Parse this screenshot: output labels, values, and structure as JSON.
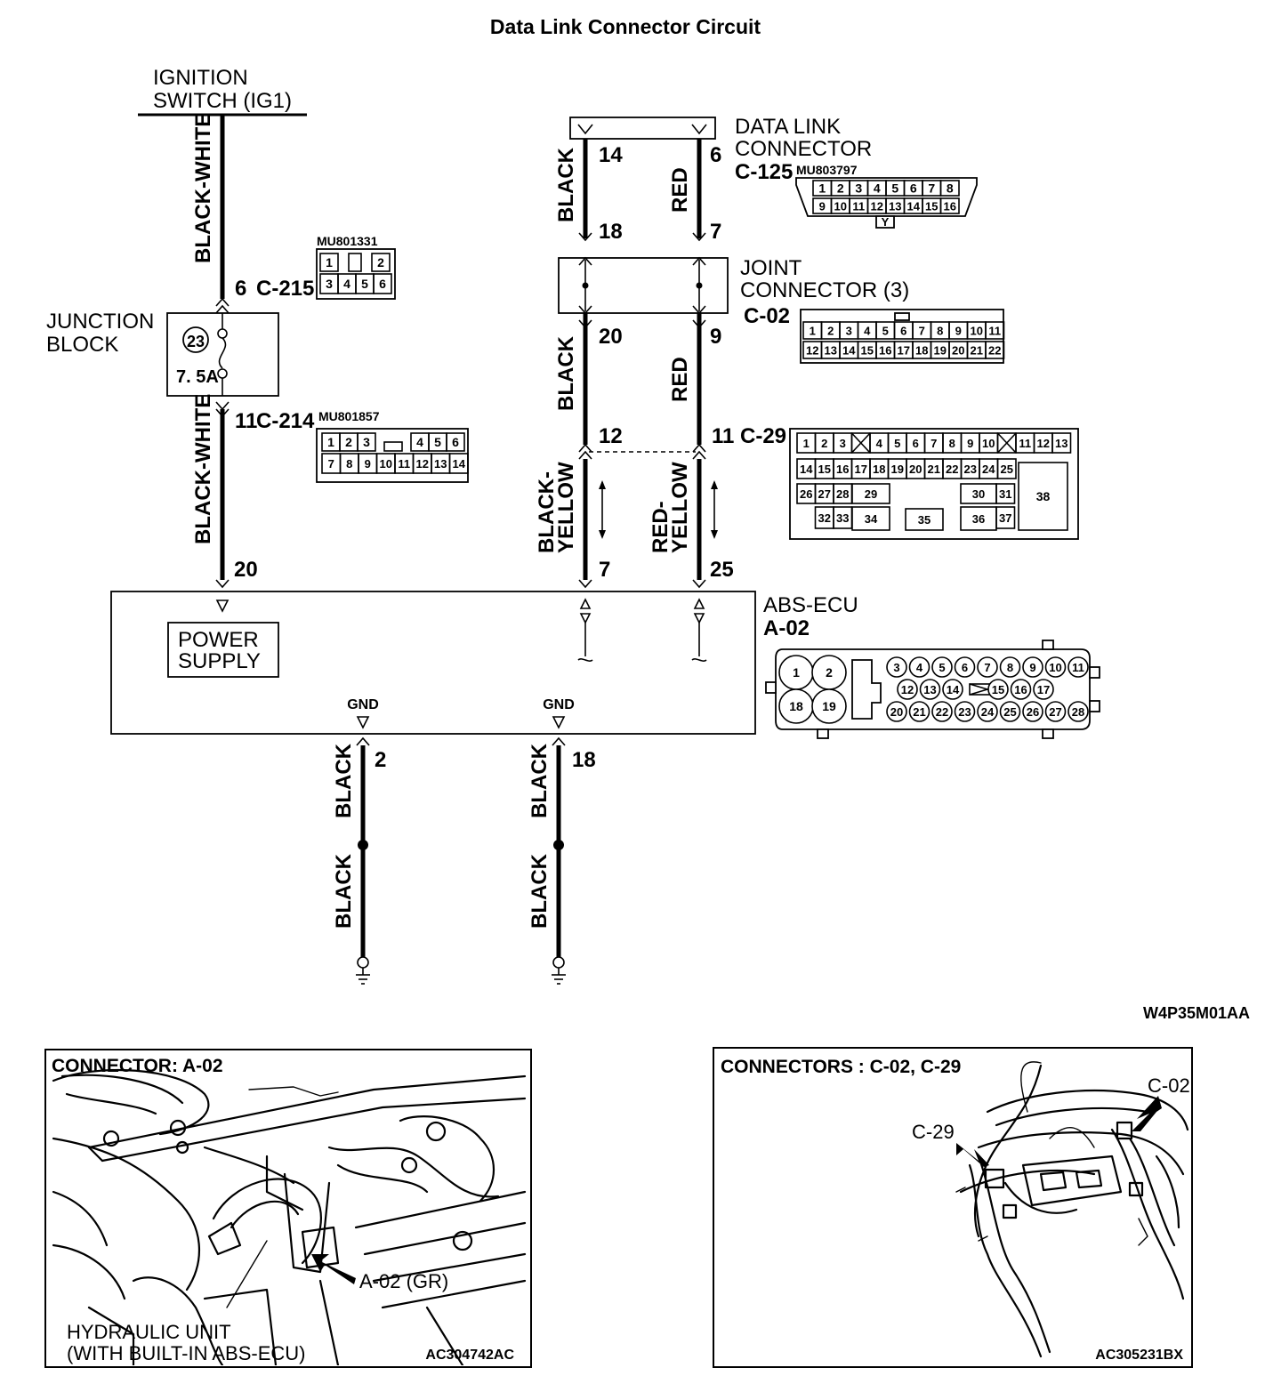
{
  "title": "Data Link Connector Circuit",
  "ignition": {
    "line1": "IGNITION",
    "line2": "SWITCH (IG1)"
  },
  "junction_block": {
    "line1": "JUNCTION",
    "line2": "BLOCK",
    "fuse_no": "23",
    "fuse_rating": "7. 5A"
  },
  "dlc": {
    "line1": "DATA LINK",
    "line2": "CONNECTOR",
    "id": "C-125",
    "part": "MU803797",
    "y_pin": "Y"
  },
  "joint": {
    "line1": "JOINT",
    "line2": "CONNECTOR (3)",
    "id": "C-02"
  },
  "c215": {
    "pin": "6",
    "id": "C-215",
    "part": "MU801331"
  },
  "c214": {
    "pin": "11",
    "id": "C-214",
    "part": "MU801857"
  },
  "c29": {
    "id": "C-29"
  },
  "abs": {
    "line1": "ABS-ECU",
    "id": "A-02",
    "power_line1": "POWER",
    "power_line2": "SUPPLY",
    "gnd": "GND"
  },
  "wires": {
    "black_white": "BLACK-WHITE",
    "black": "BLACK",
    "red": "RED",
    "black_yellow_1": "BLACK-",
    "black_yellow_2": "YELLOW",
    "red_yellow_1": "RED-",
    "red_yellow_2": "YELLOW"
  },
  "pins": {
    "dlc_left": "14",
    "dlc_right": "6",
    "joint_in_left": "18",
    "joint_in_right": "7",
    "joint_out_left": "20",
    "joint_out_right": "9",
    "c29_left": "12",
    "c29_right": "11",
    "abs_left": "7",
    "abs_right": "25",
    "jb_out": "20",
    "gnd_left": "2",
    "gnd_right": "18"
  },
  "pinouts": {
    "c125_row1": [
      "1",
      "2",
      "3",
      "4",
      "5",
      "6",
      "7",
      "8"
    ],
    "c125_row2": [
      "9",
      "10",
      "11",
      "12",
      "13",
      "14",
      "15",
      "16"
    ],
    "c215_row1": [
      "1",
      "",
      "2"
    ],
    "c215_row2": [
      "3",
      "4",
      "5",
      "6"
    ],
    "c214_row1": [
      "1",
      "2",
      "3",
      "",
      "4",
      "5",
      "6"
    ],
    "c214_row2": [
      "7",
      "8",
      "9",
      "10",
      "11",
      "12",
      "13",
      "14"
    ],
    "c02_row1": [
      "1",
      "2",
      "3",
      "4",
      "5",
      "6",
      "7",
      "8",
      "9",
      "10",
      "11"
    ],
    "c02_row2": [
      "12",
      "13",
      "14",
      "15",
      "16",
      "17",
      "18",
      "19",
      "20",
      "21",
      "22"
    ],
    "c29_row1": [
      "1",
      "2",
      "3",
      "X",
      "4",
      "5",
      "6",
      "7",
      "8",
      "9",
      "10",
      "X",
      "11",
      "12",
      "13"
    ],
    "c29_row2": [
      "14",
      "15",
      "16",
      "17",
      "18",
      "19",
      "20",
      "21",
      "22",
      "23",
      "24",
      "25"
    ],
    "c29_misc": [
      "26",
      "27",
      "28",
      "29",
      "30",
      "31",
      "32",
      "33",
      "34",
      "35",
      "36",
      "37",
      "38"
    ],
    "a02_large": [
      "1",
      "2",
      "18",
      "19"
    ],
    "a02_row1": [
      "3",
      "4",
      "5",
      "6",
      "7",
      "8",
      "9",
      "10",
      "11"
    ],
    "a02_row2": [
      "12",
      "13",
      "14",
      "",
      "15",
      "16",
      "17"
    ],
    "a02_row3": [
      "20",
      "21",
      "22",
      "23",
      "24",
      "25",
      "26",
      "27",
      "28"
    ]
  },
  "diagram_ref": "W4P35M01AA",
  "inset_left": {
    "title": "CONNECTOR: A-02",
    "callout": "A-02 (GR)",
    "caption1": "HYDRAULIC UNIT",
    "caption2": "(WITH BUILT-IN ABS-ECU)",
    "ref": "AC304742AC"
  },
  "inset_right": {
    "title": "CONNECTORS : C-02, C-29",
    "callout1": "C-02",
    "callout2": "C-29",
    "ref": "AC305231BX"
  }
}
